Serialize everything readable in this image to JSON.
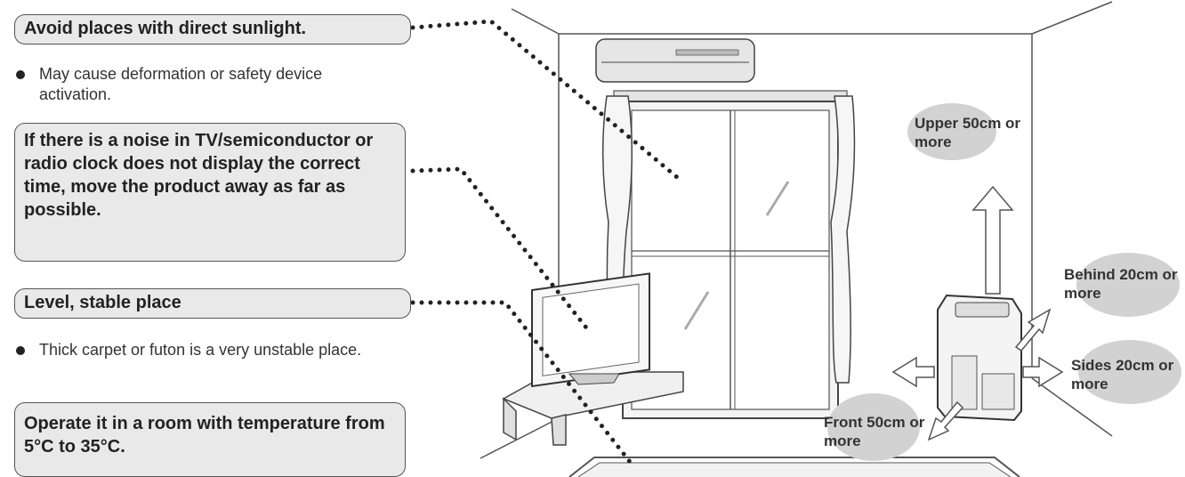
{
  "callouts": {
    "sunlight": "Avoid places with direct sunlight.",
    "noise": "If there is a noise in TV/semiconductor or radio clock does not display the correct time, move the product away as far as possible.",
    "level": "Level, stable place",
    "temperature": "Operate it in a room with temperature from 5°C to 35°C."
  },
  "notes": {
    "sunlight": "May cause deformation or safety device activation.",
    "level": "Thick carpet or futon is a very unstable place."
  },
  "clearances": {
    "upper": "Upper 50cm or more",
    "behind": "Behind 20cm or more",
    "sides": "Sides 20cm or more",
    "front": "Front 50cm or more"
  },
  "colors": {
    "bubble": "#e9e9e9",
    "line": "#555555",
    "dots": "#222222",
    "cloud": "#d2d2d2"
  }
}
